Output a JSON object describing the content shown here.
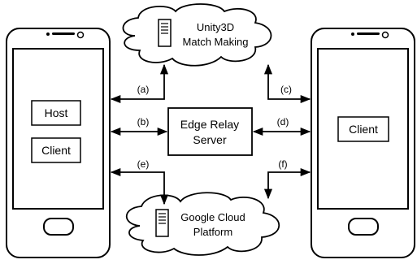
{
  "cloud_top": {
    "line1": "Unity3D",
    "line2": "Match Making"
  },
  "cloud_bottom": {
    "line1": "Google Cloud",
    "line2": "Platform"
  },
  "relay": {
    "line1": "Edge Relay",
    "line2": "Server"
  },
  "left_phone": {
    "box1": "Host",
    "box2": "Client"
  },
  "right_phone": {
    "box1": "Client"
  },
  "edges": {
    "a": "(a)",
    "b": "(b)",
    "c": "(c)",
    "d": "(d)",
    "e": "(e)",
    "f": "(f)"
  }
}
